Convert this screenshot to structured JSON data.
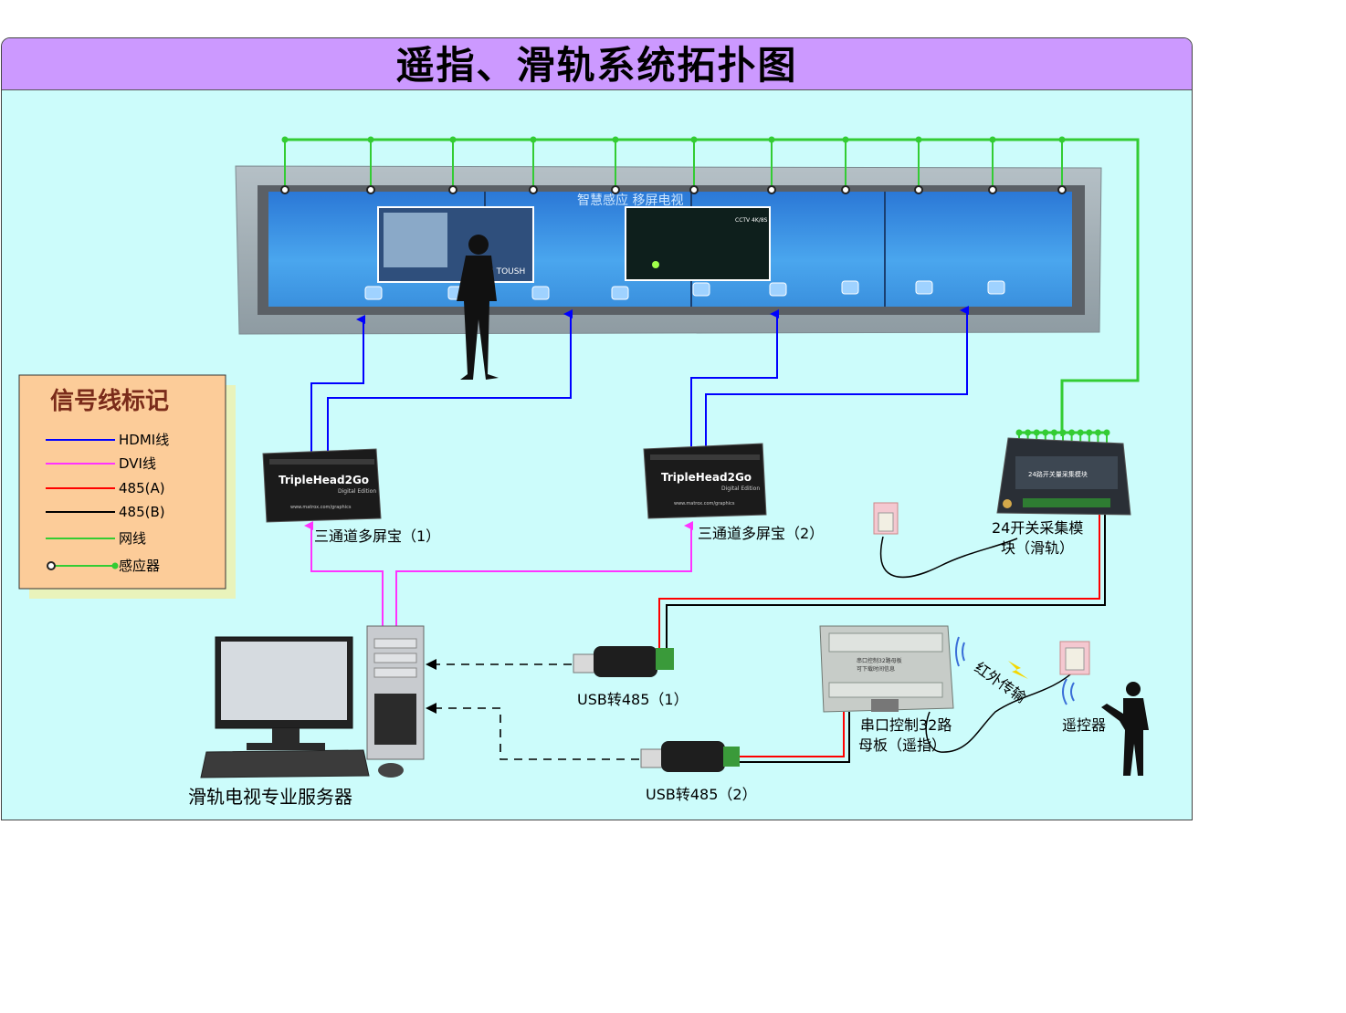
{
  "title": "遥指、滑轨系统拓扑图",
  "legend": {
    "title": "信号线标记",
    "items": [
      {
        "label": "HDMI线",
        "color": "#0000ff"
      },
      {
        "label": "DVI线",
        "color": "#ff33ff"
      },
      {
        "label": "485(A)",
        "color": "#ff0000"
      },
      {
        "label": "485(B)",
        "color": "#000000"
      },
      {
        "label": "网线",
        "color": "#33cc33"
      },
      {
        "label": "感应器",
        "color": "#33cc33"
      }
    ]
  },
  "screen": {
    "banner": "智慧感应  移屏电视",
    "video1_text": "3 TOUSH",
    "video2_text": "CCTV  4K/8S"
  },
  "nodes": {
    "splitter1": {
      "label": "三通道多屏宝（1）",
      "brand": "TripleHead2Go",
      "sub": "Digital Edition",
      "url": "www.matrox.com/graphics"
    },
    "splitter2": {
      "label": "三通道多屏宝（2）",
      "brand": "TripleHead2Go",
      "sub": "Digital Edition",
      "url": "www.matrox.com/graphics"
    },
    "collector": {
      "label_line1": "24开关采集模",
      "label_line2": "块（滑轨）",
      "device_text": "24路开关量采集模块"
    },
    "server": {
      "label": "滑轨电视专业服务器"
    },
    "usb1": {
      "label": "USB转485（1）"
    },
    "usb2": {
      "label": "USB转485（2）"
    },
    "board": {
      "label_line1": "串口控制32路",
      "label_line2": "母板（遥指）",
      "device_text1": "串口控制32路母板",
      "device_text2": "可下载时间信息"
    },
    "ir": {
      "label": "红外传输"
    },
    "remote": {
      "label": "遥控器"
    }
  },
  "colors": {
    "hdmi": "#0000ff",
    "dvi": "#ff33ff",
    "rs485a": "#ff0000",
    "rs485b": "#000000",
    "network": "#33cc33",
    "frame_bg": "#ccfcfb",
    "title_bg": "#cc99ff",
    "legend_bg": "#fccc99"
  }
}
